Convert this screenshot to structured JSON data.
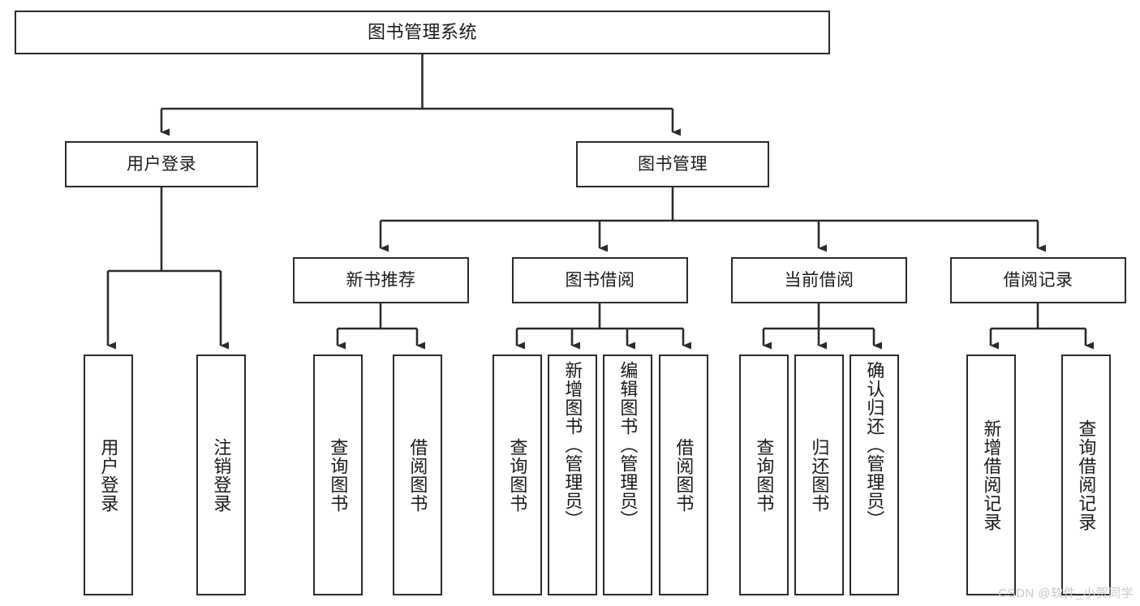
{
  "diagram": {
    "title": "图书管理系统",
    "type": "tree",
    "watermark": "CSDN @软件_小贺同学",
    "colors": {
      "box_border": "#2b2b2b",
      "box_fill": "#ffffff",
      "connector": "#2b2b2b",
      "text": "#1a1a1a",
      "watermark": "#c9c9c9"
    },
    "levels": {
      "root": "图书管理系统",
      "level2": [
        "用户登录",
        "图书管理"
      ],
      "level3": [
        "新书推荐",
        "图书借阅",
        "当前借阅",
        "借阅记录"
      ]
    },
    "nodes": {
      "root": {
        "label": "图书管理系统"
      },
      "user_login": {
        "label": "用户登录"
      },
      "book_manage": {
        "label": "图书管理"
      },
      "new_book_rec": {
        "label": "新书推荐"
      },
      "book_borrow": {
        "label": "图书借阅"
      },
      "current_borrow": {
        "label": "当前借阅"
      },
      "borrow_record": {
        "label": "借阅记录"
      },
      "leaf_user_login": {
        "label": "用户登录"
      },
      "leaf_logout": {
        "label": "注销登录"
      },
      "leaf_query_book_1": {
        "label": "查询图书"
      },
      "leaf_borrow_book_1": {
        "label": "借阅图书"
      },
      "leaf_query_book_2": {
        "label": "查询图书"
      },
      "leaf_add_book": {
        "label": "新增图书（管理员）"
      },
      "leaf_edit_book": {
        "label": "编辑图书（管理员）"
      },
      "leaf_borrow_book_2": {
        "label": "借阅图书"
      },
      "leaf_query_book_3": {
        "label": "查询图书"
      },
      "leaf_return_book": {
        "label": "归还图书"
      },
      "leaf_confirm_return": {
        "label": "确认归还（管理员）"
      },
      "leaf_add_record": {
        "label": "新增借阅记录"
      },
      "leaf_query_record": {
        "label": "查询借阅记录"
      }
    }
  }
}
